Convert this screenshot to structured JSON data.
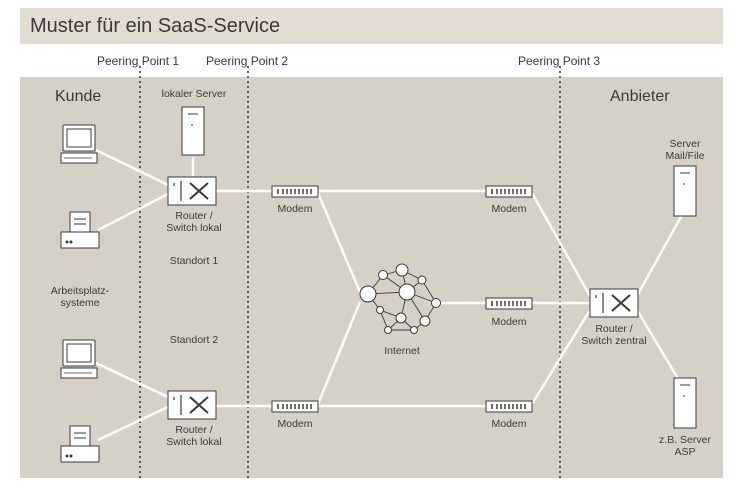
{
  "title": "Muster für ein SaaS-Service",
  "peering_points": [
    "Peering Point 1",
    "Peering Point 2",
    "Peering Point 3"
  ],
  "zones": {
    "customer": "Kunde",
    "provider": "Anbieter"
  },
  "labels": {
    "local_server": "lokaler Server",
    "router_local_1": [
      "Router /",
      "Switch lokal"
    ],
    "router_local_2": [
      "Router /",
      "Switch lokal"
    ],
    "site1": "Standort 1",
    "site2": "Standort 2",
    "workstations": [
      "Arbeitsplatz-",
      "systeme"
    ],
    "modem": "Modem",
    "internet": "Internet",
    "router_central": [
      "Router /",
      "Switch zentral"
    ],
    "server_mail": [
      "Server",
      "Mail/File"
    ],
    "server_asp": [
      "z.B. Server",
      "ASP"
    ]
  },
  "colors": {
    "background": "#d6d1c6",
    "title_bar": "#e2ddd3",
    "lines": "#ffffff",
    "device_stroke": "#3a3a3a"
  }
}
